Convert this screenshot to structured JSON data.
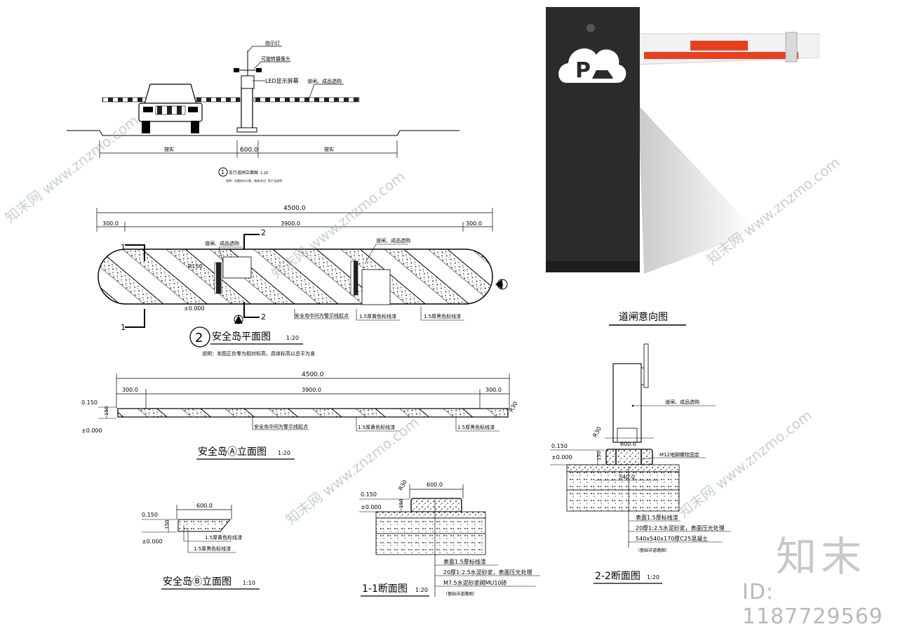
{
  "labels": {
    "indicator_light": "指示灯",
    "rotating_camera": "可旋转摄像头",
    "led_screen": "LED显示屏幕",
    "barrier_note": "道闸、成品选购",
    "dim_600": "600.0",
    "lane_left": "按实",
    "lane_right": "按实",
    "elev_title": "车行道闸立面图",
    "elev_scale": "1:20",
    "elev_note": "说明：本图仅作示意，具体详见厂家产品说明",
    "plan_total": "4500.0",
    "plan_mid": "3900.0",
    "plan_left": "300.0",
    "plan_right": "300.0",
    "plan_r150": "R150",
    "plan_level": "±0.000",
    "plan_barrier_a": "道闸、成品选购",
    "plan_barrier_b": "道闸、成品选购",
    "plan_center": "安全岛中间为警示线起点",
    "plan_yellow": "1.5厚黄色标线漆",
    "plan_black": "1.5厚黑色标线漆",
    "section_1": "1",
    "section_2": "2",
    "marker_a": "A",
    "marker_b": "B",
    "plan_title_num": "2",
    "plan_title": "安全岛平面图",
    "plan_scale": "1:20",
    "plan_note": "说明：本图正负零为相对标高，具体标高以总平为准",
    "photo_title": "道闸意向图",
    "elevA_total": "4500.0",
    "elevA_mid": "3900.0",
    "elevA_left": "300.0",
    "elevA_right": "300.0",
    "elevA_top": "0.150",
    "elevA_h": "150",
    "elevA_base": "±0.000",
    "elevA_r": "R30",
    "elevA_center": "安全岛中间为警示线起点",
    "elevA_yellow": "1.5厚黄色标线漆",
    "elevA_black": "1.5厚黑色标线漆",
    "elevA_title": "安全岛Ⓐ立面图",
    "elevA_scale": "1:20",
    "elevB_w": "600.0",
    "elevB_top": "0.150",
    "elevB_h": "150",
    "elevB_base": "±0.000",
    "elevB_yellow": "1.5厚黄色标线漆",
    "elevB_black": "1.5厚黑色标线漆",
    "elevB_title": "安全岛Ⓑ立面图",
    "elevB_scale": "1:10",
    "s1_w": "600.0",
    "s1_top": "0.150",
    "s1_base": "±0.000",
    "s1_h": "150",
    "s1_r": "R30",
    "s1_n1": "表面1.5厚标线漆",
    "s1_n2": "20厚1:2.5水泥砂浆，表面压光处理",
    "s1_n3": "M7.5水泥砂浆砌MU10砖",
    "s1_n4": "（基础详道路图）",
    "s1_title": "1-1断面图",
    "s1_scale": "1:20",
    "s2_barrier": "道闸、成品选购",
    "s2_w": "600.0",
    "s2_top": "0.150",
    "s2_base": "±0.000",
    "s2_h": "150",
    "s2_r": "R30",
    "s2_bolt": "M12地脚螺栓固定",
    "s2_540": "540.0",
    "s2_n1": "表面1.5厚标线漆",
    "s2_n2": "20厚1:2.5水泥砂浆，表面压光处理",
    "s2_n3": "540x540x170厚C25混凝土",
    "s2_n4": "（基础详道路图）",
    "s2_title": "2-2断面图",
    "s2_scale": "1:20",
    "photo_p": "P",
    "logo": "知末",
    "id": "ID: 1187729569",
    "wm1": "知末网 www.znzmo.com"
  },
  "colors": {
    "line": "#000000",
    "barrier_body": "#2b2b2b",
    "boom_red": "#e8401f",
    "boom_white": "#f4f4f4",
    "watermark": "#9aaaaa"
  },
  "icons": {
    "parking_logo": "parking-cloud-icon",
    "car_icon": "car-icon"
  }
}
